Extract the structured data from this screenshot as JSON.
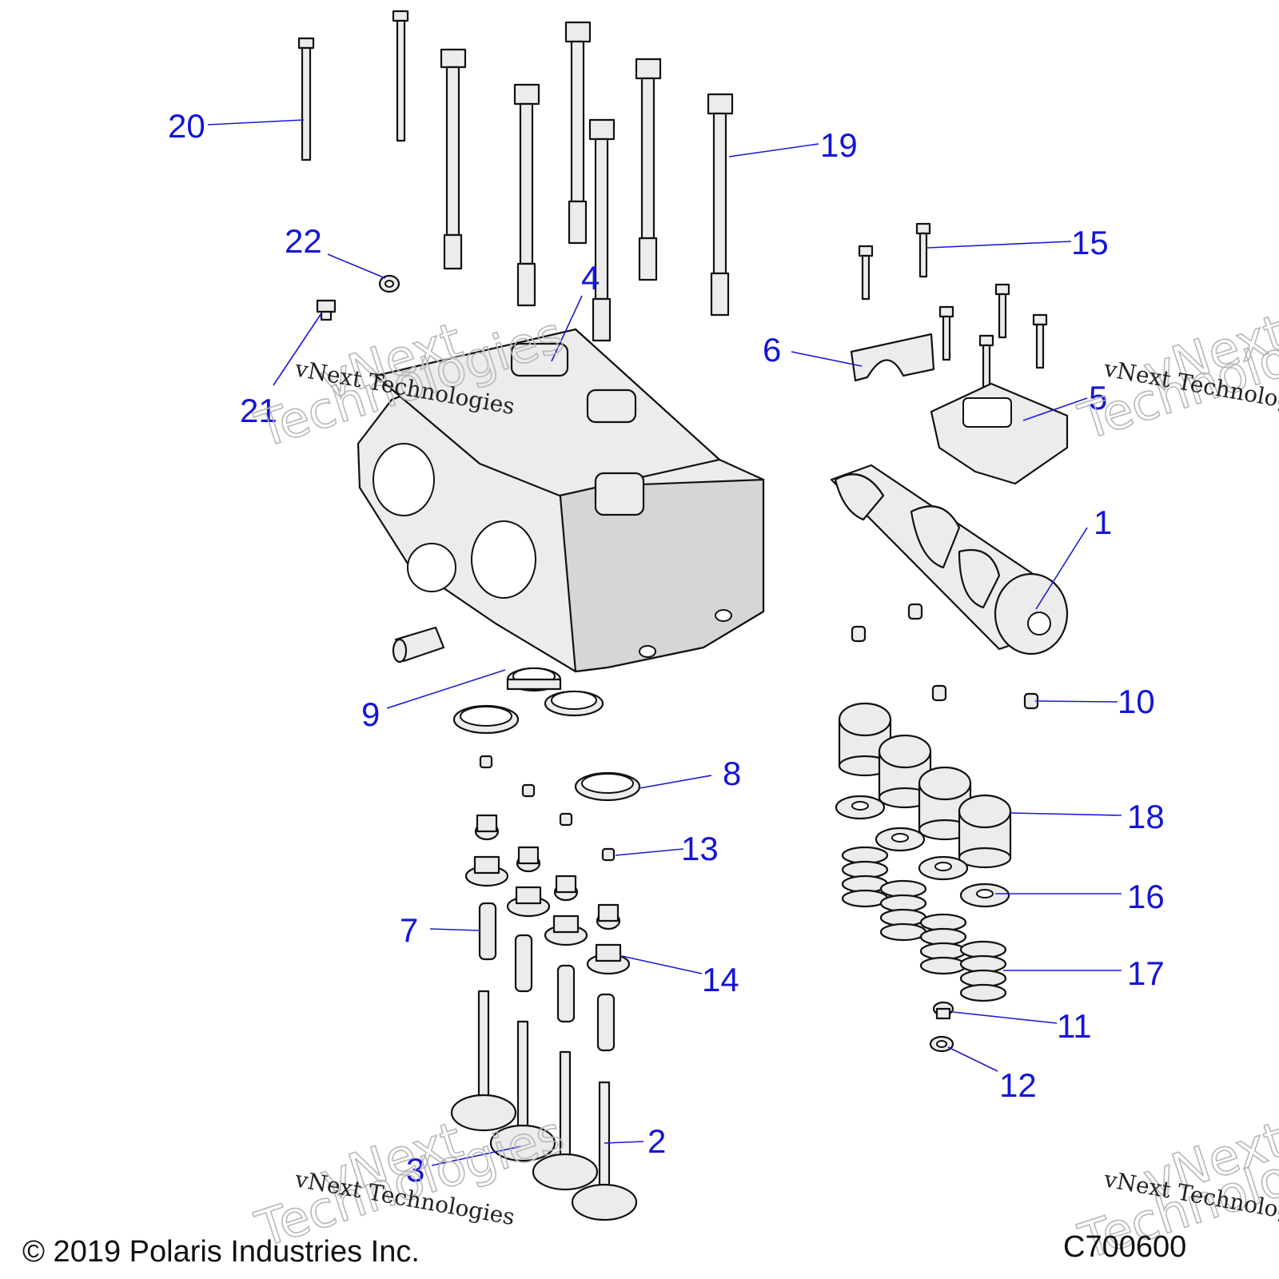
{
  "diagram": {
    "callouts": [
      "1",
      "2",
      "3",
      "4",
      "5",
      "6",
      "7",
      "8",
      "9",
      "10",
      "11",
      "12",
      "13",
      "14",
      "15",
      "16",
      "17",
      "18",
      "19",
      "20",
      "21",
      "22"
    ],
    "copyright": "© 2019 Polaris Industries Inc.",
    "diagram_code": "C700600",
    "watermark": {
      "brand_line": "vNext Technologies",
      "brand_big_1": "vNext",
      "brand_big_2": "Technologies"
    }
  }
}
